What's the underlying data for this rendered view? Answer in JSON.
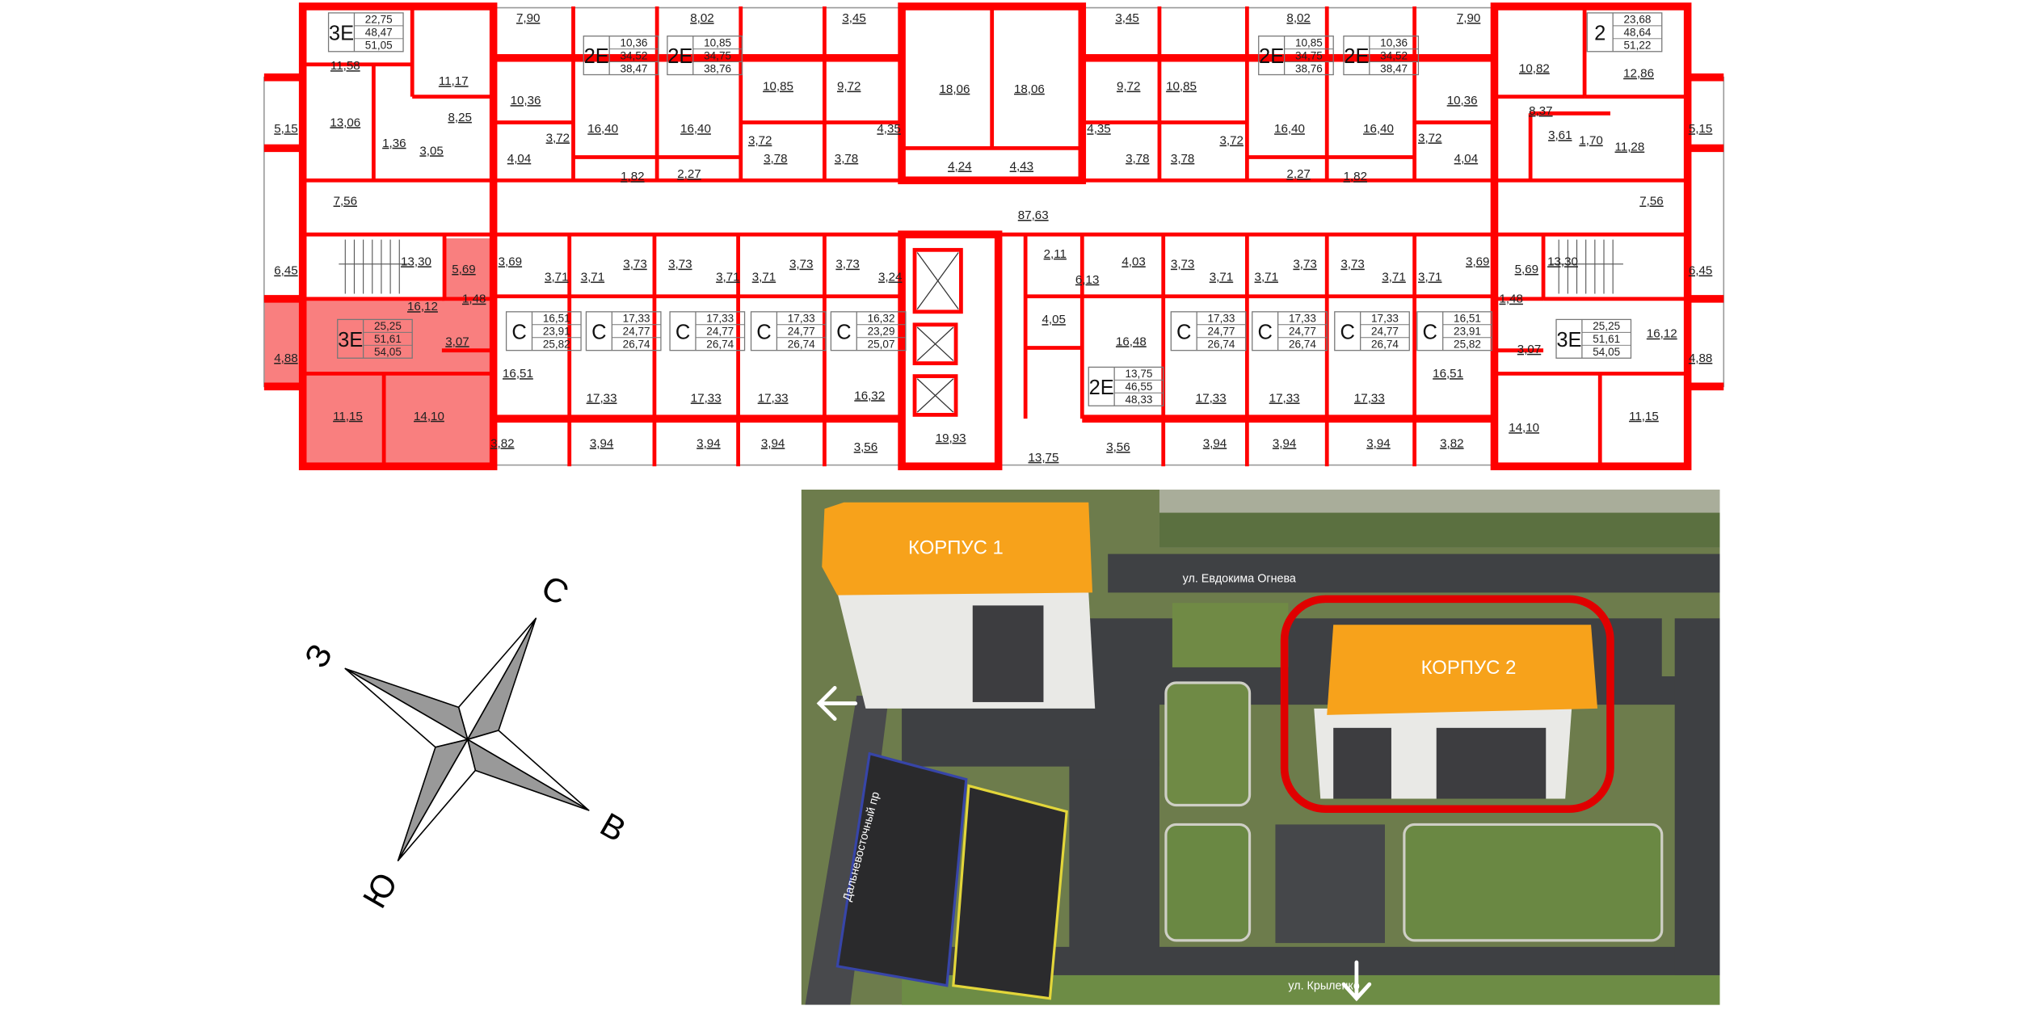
{
  "plan": {
    "apartment_cards": [
      {
        "type": "3E",
        "values": [
          "22,75",
          "48,47",
          "51,05"
        ]
      },
      {
        "type": "2E",
        "values": [
          "10,36",
          "34,52",
          "38,47"
        ]
      },
      {
        "type": "2E",
        "values": [
          "10,85",
          "34,75",
          "38,76"
        ]
      },
      {
        "type": "2E",
        "values": [
          "10,85",
          "34,75",
          "38,76"
        ]
      },
      {
        "type": "2E",
        "values": [
          "10,36",
          "34,52",
          "38,47"
        ]
      },
      {
        "type": "2",
        "values": [
          "23,68",
          "48,64",
          "51,22"
        ]
      },
      {
        "type": "3E",
        "values": [
          "25,25",
          "51,61",
          "54,05"
        ]
      },
      {
        "type": "C",
        "values": [
          "16,51",
          "23,91",
          "25,82"
        ]
      },
      {
        "type": "C",
        "values": [
          "17,33",
          "24,77",
          "26,74"
        ]
      },
      {
        "type": "C",
        "values": [
          "17,33",
          "24,77",
          "26,74"
        ]
      },
      {
        "type": "C",
        "values": [
          "17,33",
          "24,77",
          "26,74"
        ]
      },
      {
        "type": "C",
        "values": [
          "16,32",
          "23,29",
          "25,07"
        ]
      },
      {
        "type": "2E",
        "values": [
          "13,75",
          "46,55",
          "48,33"
        ]
      },
      {
        "type": "C",
        "values": [
          "17,33",
          "24,77",
          "26,74"
        ]
      },
      {
        "type": "C",
        "values": [
          "17,33",
          "24,77",
          "26,74"
        ]
      },
      {
        "type": "C",
        "values": [
          "17,33",
          "24,77",
          "26,74"
        ]
      },
      {
        "type": "C",
        "values": [
          "16,51",
          "23,91",
          "25,82"
        ]
      },
      {
        "type": "3E",
        "values": [
          "25,25",
          "51,61",
          "54,05"
        ]
      }
    ],
    "room_areas": [
      "11,58",
      "11,17",
      "13,06",
      "5,15",
      "8,25",
      "1,36",
      "3,05",
      "7,56",
      "7,90",
      "10,36",
      "3,72",
      "4,04",
      "16,40",
      "1,82",
      "2,27",
      "16,40",
      "8,02",
      "10,85",
      "3,72",
      "3,78",
      "3,78",
      "9,72",
      "3,45",
      "4,35",
      "18,06",
      "18,06",
      "4,24",
      "4,43",
      "87,63",
      "3,45",
      "9,72",
      "4,35",
      "3,78",
      "10,85",
      "3,78",
      "3,72",
      "8,02",
      "16,40",
      "2,27",
      "16,40",
      "1,82",
      "7,90",
      "10,36",
      "3,72",
      "4,04",
      "10,82",
      "12,86",
      "8,37",
      "3,61",
      "1,70",
      "11,28",
      "5,15",
      "7,56",
      "13,30",
      "6,45",
      "5,69",
      "16,12",
      "1,48",
      "3,07",
      "4,88",
      "11,15",
      "14,10",
      "3,69",
      "3,71",
      "3,71",
      "3,73",
      "3,73",
      "3,71",
      "3,71",
      "3,73",
      "3,73",
      "3,24",
      "16,51",
      "17,33",
      "17,33",
      "17,33",
      "16,32",
      "3,82",
      "3,94",
      "3,94",
      "3,94",
      "3,56",
      "19,93",
      "13,75",
      "2,11",
      "6,13",
      "4,05",
      "4,03",
      "16,48",
      "3,56",
      "3,73",
      "3,71",
      "3,71",
      "3,73",
      "3,73",
      "3,71",
      "3,71",
      "3,69",
      "5,69",
      "1,48",
      "3,07",
      "13,30",
      "6,45",
      "16,12",
      "4,88",
      "14,10",
      "11,15",
      "17,33",
      "17,33",
      "17,33",
      "16,51",
      "3,94",
      "3,94",
      "3,94",
      "3,82"
    ]
  },
  "colors": {
    "wall": "#ff0000",
    "selected_apartment": "#f87171",
    "building_roof": "#f7a21b",
    "selection_frame": "#e00000"
  },
  "compass": {
    "north": "С",
    "west": "З",
    "east": "В",
    "south": "Ю"
  },
  "site_map": {
    "building_1": "КОРПУС 1",
    "building_2": "КОРПУС 2",
    "street_top": "ул. Евдокима Огнева",
    "street_left": "Дальневосточный пр",
    "street_bottom": "ул. Крыленко",
    "arrow_left_icon": "arrow-left",
    "arrow_down_icon": "arrow-down"
  }
}
